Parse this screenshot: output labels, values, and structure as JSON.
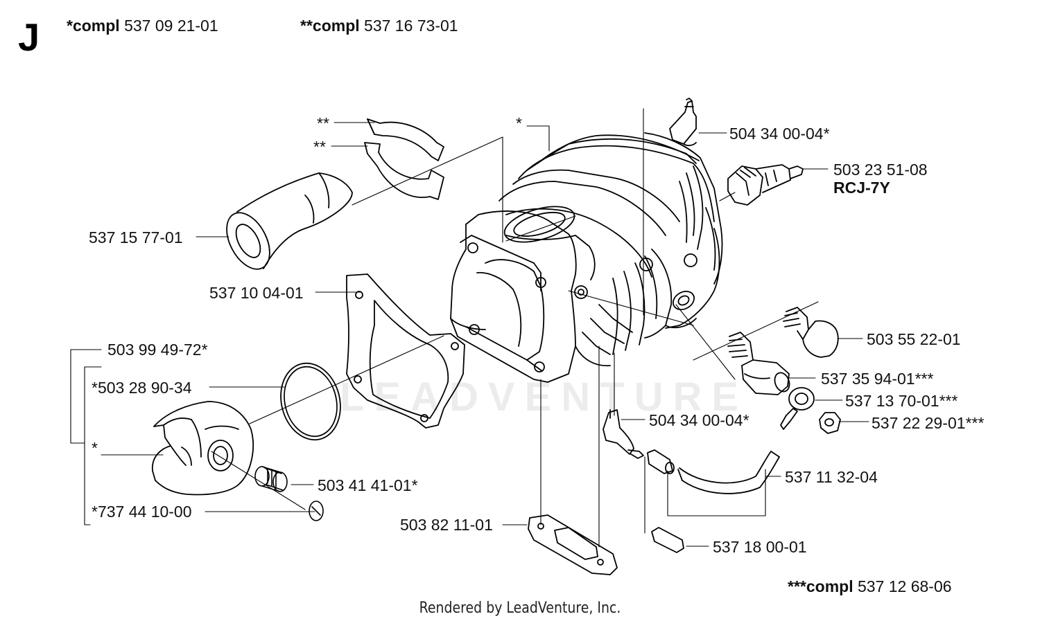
{
  "page": {
    "section_letter": "J",
    "header": {
      "compl1_prefix": "*compl",
      "compl1_number": "537 09 21-01",
      "compl2_prefix": "**compl",
      "compl2_number": "537 16 73-01",
      "compl3_prefix": "***compl",
      "compl3_number": "537 12 68-06"
    },
    "watermark": "LEADVENTURE",
    "footer": "Rendered by LeadVenture, Inc."
  },
  "labels": {
    "star2_a": "**",
    "star2_b": "**",
    "star_cyl": "*",
    "p504_34_top": "504 34 00-04*",
    "p503_23": "503 23 51-08",
    "rcj": "RCJ-7Y",
    "p537_15": "537 15 77-01",
    "p537_10": "537 10 04-01",
    "p503_99": "503 99 49-72*",
    "p503_28": "*503 28 90-34",
    "star_piston": "*",
    "p503_41": "503 41 41-01*",
    "p737_44": "*737 44 10-00",
    "p503_82": "503 82 11-01",
    "p504_34_mid": "504 34 00-04*",
    "p503_55": "503 55 22-01",
    "p537_35": "537 35 94-01***",
    "p537_13": "537 13 70-01***",
    "p537_22": "537 22 29-01***",
    "p537_11": "537 11 32-04",
    "p537_18": "537 18 00-01"
  }
}
